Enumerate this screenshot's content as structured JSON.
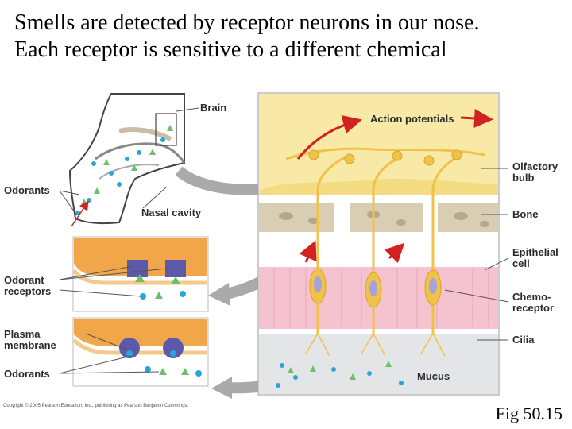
{
  "title": {
    "line1": "Smells are detected by receptor neurons in our nose.",
    "line2": "Each receptor is sensitive to a different chemical"
  },
  "labels": {
    "brain": "Brain",
    "odorants_top": "Odorants",
    "nasal_cavity": "Nasal cavity",
    "action_potentials": "Action potentials",
    "olfactory_bulb_1": "Olfactory",
    "olfactory_bulb_2": "bulb",
    "bone": "Bone",
    "epithelial_1": "Epithelial",
    "epithelial_2": "cell",
    "chemo_1": "Chemo-",
    "chemo_2": "receptor",
    "cilia": "Cilia",
    "mucus": "Mucus",
    "odorant_receptors_1": "Odorant",
    "odorant_receptors_2": "receptors",
    "plasma_membrane_1": "Plasma",
    "plasma_membrane_2": "membrane",
    "odorants_bottom": "Odorants"
  },
  "copyright": "Copyright © 2005 Pearson Education, Inc., publishing as Pearson Benjamin Cummings.",
  "figure_ref": "Fig 50.15",
  "colors": {
    "bulb": "#f8e9a6",
    "bone": "#d9cdb4",
    "epithelium": "#f4c3cf",
    "mucus": "#e3e5e7",
    "neuron": "#f0c24a",
    "arrow_red": "#d32020",
    "receptor_purple": "#5b5aa8",
    "odorant_blue": "#2aa6d6",
    "odorant_green": "#6cc06a",
    "membrane_orange": "#f2a64a"
  }
}
